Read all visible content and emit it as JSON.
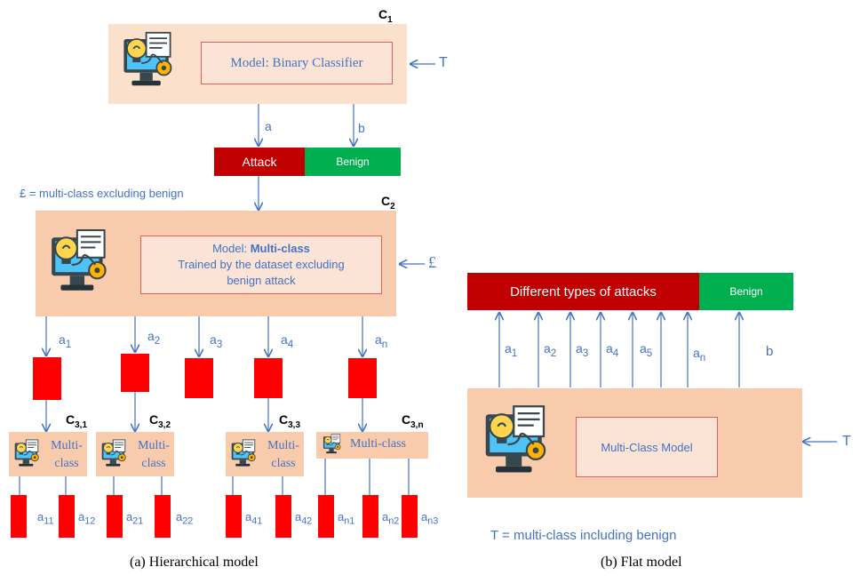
{
  "hier": {
    "c1": {
      "name": "C",
      "sub": "1",
      "model": "Model: Binary Classifier"
    },
    "t_in": "T",
    "a": "a",
    "b": "b",
    "attack": "Attack",
    "benign": "Benign",
    "pound_def": "£ =  multi-class excluding benign",
    "c2": {
      "name": "C",
      "sub": "2",
      "model_prefix": "Model: ",
      "model_bold": "Multi-class",
      "model_line2": "Trained by the dataset excluding",
      "model_line3": "benign attack"
    },
    "pound_in": "£",
    "arrows": [
      {
        "base": "a",
        "sub": "1"
      },
      {
        "base": "a",
        "sub": "2"
      },
      {
        "base": "a",
        "sub": "3"
      },
      {
        "base": "a",
        "sub": "4"
      },
      {
        "base": "a",
        "sub": "n"
      }
    ],
    "c3": [
      {
        "name": "C",
        "sub": "3,1",
        "model": "Multi-class"
      },
      {
        "name": "C",
        "sub": "3,2",
        "model": "Multi-class"
      },
      {
        "name": "C",
        "sub": "3,3",
        "model": "Multi-class"
      },
      {
        "name": "C",
        "sub": "3,n",
        "model": "Multi-class"
      }
    ],
    "leaves": [
      {
        "base": "a",
        "sub": "11"
      },
      {
        "base": "a",
        "sub": "12"
      },
      {
        "base": "a",
        "sub": "21"
      },
      {
        "base": "a",
        "sub": "22"
      },
      {
        "base": "a",
        "sub": "41"
      },
      {
        "base": "a",
        "sub": "42"
      },
      {
        "base": "a",
        "sub": "n1"
      },
      {
        "base": "a",
        "sub": "n2"
      },
      {
        "base": "a",
        "sub": "n3"
      }
    ],
    "caption": "(a) Hierarchical model"
  },
  "flat": {
    "attacks": "Different types of attacks",
    "benign": "Benign",
    "arrows": [
      {
        "base": "a",
        "sub": "1"
      },
      {
        "base": "a",
        "sub": "2"
      },
      {
        "base": "a",
        "sub": "3"
      },
      {
        "base": "a",
        "sub": "4"
      },
      {
        "base": "a",
        "sub": "5"
      },
      {
        "base": "a",
        "sub": "n"
      },
      {
        "base": "b",
        "sub": ""
      }
    ],
    "model": "Multi-Class Model",
    "t_in": "T",
    "t_def": "T =  multi-class including benign",
    "caption": "(b) Flat model"
  },
  "colors": {
    "attack": "#c00000",
    "benign": "#00b050",
    "peach": "#f8cbad",
    "arrow": "#4472c4",
    "leaf": "#ff0000"
  },
  "icons": [
    "ai-computer-icon"
  ]
}
